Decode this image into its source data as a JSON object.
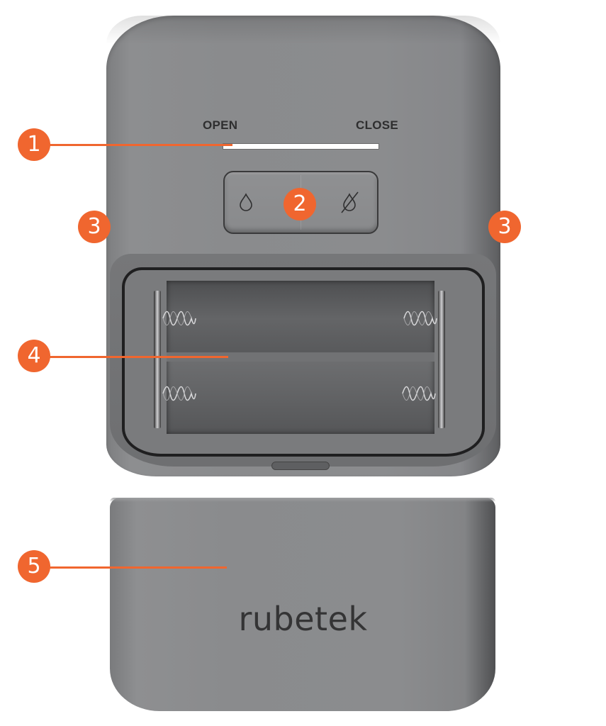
{
  "device": {
    "indicator_labels": {
      "open": "OPEN",
      "close": "CLOSE"
    },
    "buttons": [
      {
        "icon": "water-drop-icon",
        "meaning": "open valve"
      },
      {
        "icon": "water-drop-crossed-icon",
        "meaning": "close valve"
      }
    ],
    "brand": "rubetek"
  },
  "callouts": [
    {
      "number": "1",
      "target": "indicator-strip"
    },
    {
      "number": "2",
      "target": "button-panel"
    },
    {
      "number": "3",
      "target": "side-left"
    },
    {
      "number": "3",
      "target": "side-right"
    },
    {
      "number": "4",
      "target": "battery-compartment"
    },
    {
      "number": "5",
      "target": "battery-cover"
    }
  ],
  "colors": {
    "accent": "#f0662f",
    "body": "#8a8b8d",
    "text_dark": "#2e2e2f"
  }
}
